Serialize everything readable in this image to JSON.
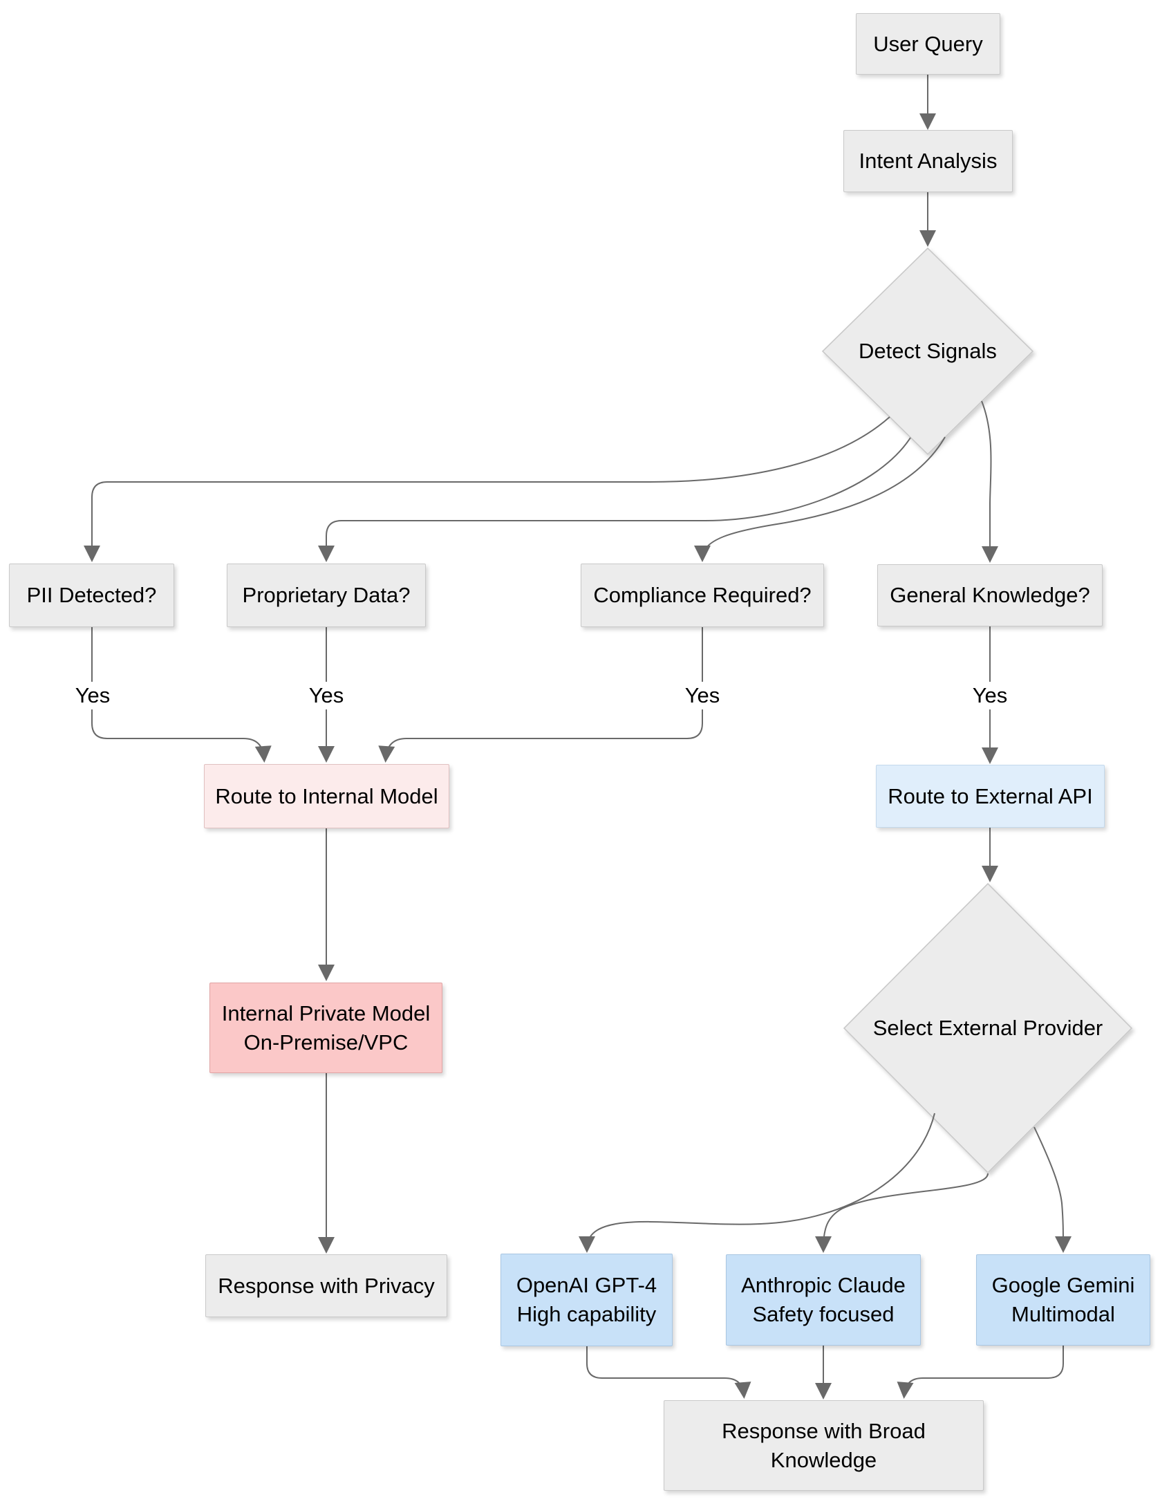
{
  "diagram": {
    "type": "flowchart",
    "nodes": {
      "user_query": {
        "label": "User Query"
      },
      "intent_analysis": {
        "label": "Intent Analysis"
      },
      "detect_signals": {
        "label": "Detect Signals"
      },
      "pii": {
        "label": "PII Detected?"
      },
      "proprietary": {
        "label": "Proprietary Data?"
      },
      "compliance": {
        "label": "Compliance Required?"
      },
      "general": {
        "label": "General Knowledge?"
      },
      "route_internal": {
        "label": "Route to Internal Model"
      },
      "route_external": {
        "label": "Route to External API"
      },
      "internal_model": {
        "label": [
          "Internal Private Model",
          "On-Premise/VPC"
        ]
      },
      "select_provider": {
        "label": "Select External Provider"
      },
      "response_privacy": {
        "label": "Response with Privacy"
      },
      "openai": {
        "label": [
          "OpenAI GPT-4",
          "High capability"
        ]
      },
      "anthropic": {
        "label": [
          "Anthropic Claude",
          "Safety focused"
        ]
      },
      "google": {
        "label": [
          "Google Gemini",
          "Multimodal"
        ]
      },
      "response_broad": {
        "label": [
          "Response with Broad",
          "Knowledge"
        ]
      }
    },
    "edge_labels": {
      "pii_yes": "Yes",
      "proprietary_yes": "Yes",
      "compliance_yes": "Yes",
      "general_yes": "Yes"
    }
  },
  "colors": {
    "background": "#ffffff",
    "text": "#000000",
    "edge": "#696969",
    "node-fill": "#ececec",
    "node-border": "#c9c9c9",
    "pink-light-fill": "#fcebeb",
    "pink-light-border": "#e0c0c0",
    "pink-fill": "#fbc8c8",
    "pink-border": "#e0a3a3",
    "blue-light-fill": "#e0eefb",
    "blue-light-border": "#c3d9ec",
    "blue-fill": "#c8e1f8",
    "blue-border": "#a9c6e2"
  }
}
